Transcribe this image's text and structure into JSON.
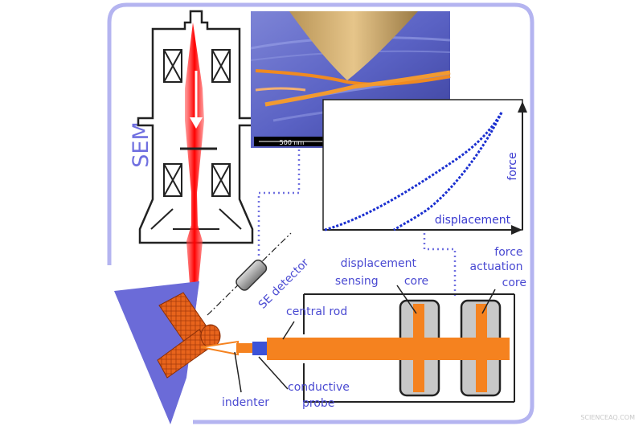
{
  "labels": {
    "sem": "SEM",
    "se_detector": "SE detector",
    "scale_bar": "500 nm",
    "force_axis": "force",
    "displacement_axis": "displacement",
    "displacement_line1": "displacement",
    "displacement_line2": "sensing",
    "displacement_line3": "core",
    "force_line1": "force",
    "force_line2": "actuation",
    "force_line3": "core",
    "central_rod": "central rod",
    "indenter": "indenter",
    "conductive_line1": "conductive",
    "conductive_line2": "probe",
    "watermark": "SCIENCEAQ.COM"
  },
  "colors": {
    "frame": "#b4b4f0",
    "label_blue": "#4a4ad2",
    "beam_red": "#ff2020",
    "rod_orange": "#f5821f",
    "core_gray": "#c8c8c8",
    "plot_blue": "#1a2fd0",
    "sample_blue": "#6b6bd8"
  }
}
